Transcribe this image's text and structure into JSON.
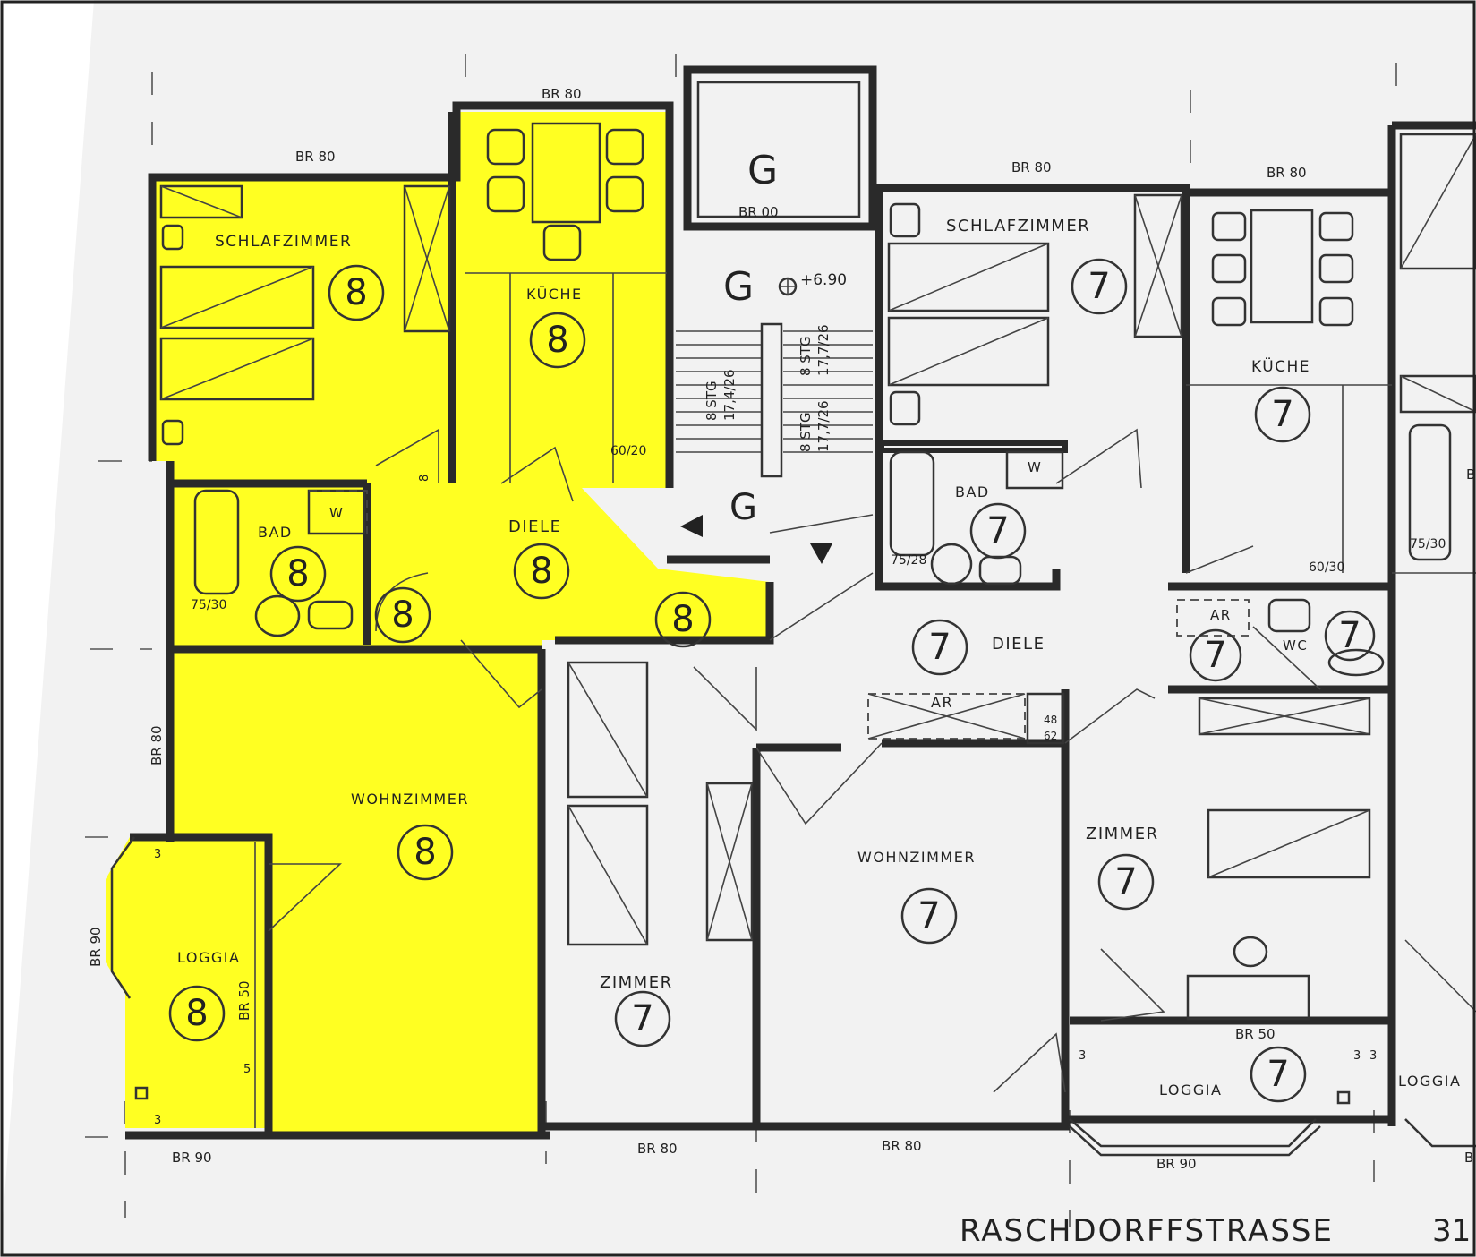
{
  "street": "RASCHDORFFSTRASSE",
  "house_number": "31",
  "stair": {
    "code_upper": "G",
    "code_mid": "G",
    "code_lower": "G",
    "level": "+6.90",
    "flight_left": "8 STG",
    "flight_left_dims": "17,4/26",
    "flight_right_a": "8 STG",
    "flight_right_b": "8 STG",
    "flight_right_dims_a": "17,7/26",
    "flight_right_dims_b": "17,7/26"
  },
  "apartment_8": {
    "highlight_color": "#ffff22",
    "rooms": [
      {
        "name": "SCHLAFZIMMER",
        "num": "8"
      },
      {
        "name": "KÜCHE",
        "num": "8"
      },
      {
        "name": "BAD",
        "num": "8"
      },
      {
        "name": "DIELE",
        "num": "8"
      },
      {
        "name": "WOHNZIMMER",
        "num": "8"
      },
      {
        "name": "LOGGIA",
        "num": "8"
      }
    ],
    "extra_nums": [
      "8",
      "8"
    ]
  },
  "apartment_7": {
    "rooms": [
      {
        "name": "SCHLAFZIMMER",
        "num": "7"
      },
      {
        "name": "KÜCHE",
        "num": "7"
      },
      {
        "name": "BAD",
        "num": "7"
      },
      {
        "name": "DIELE",
        "num": "7"
      },
      {
        "name": "WOHNZIMMER",
        "num": "7"
      },
      {
        "name": "ZIMMER",
        "num": "7"
      },
      {
        "name": "ZIMMER",
        "num": "7"
      },
      {
        "name": "LOGGIA",
        "num": "7"
      },
      {
        "name": "WC",
        "num": "7"
      },
      {
        "name": "AR",
        "num": "7"
      }
    ],
    "ar_label": "AR"
  },
  "right_unit": {
    "loggia": "LOGGIA"
  },
  "fixtures": {
    "washer": "W",
    "tub_left": "75/30",
    "tub_mid": "75/28",
    "tub_right": "75/30",
    "kitchen_left": "60/20",
    "kitchen_right": "60/30",
    "shaft_a": "48",
    "shaft_b": "62",
    "small_a": "8",
    "small_b": "3",
    "small_c": "3",
    "small_d": "5",
    "small_e": "3",
    "small_f": "3",
    "small_g": "3"
  },
  "dimensions": {
    "top_kitchen": "BR 80",
    "top_left": "BR 80",
    "top_stair": "BR 00",
    "top_mid": "BR 80",
    "top_right": "BR 80",
    "side_left": "BR 80",
    "side_loggia": "BR 90",
    "loggia_inner": "BR 50",
    "bottom_loggia": "BR 90",
    "bottom_a": "BR 80",
    "bottom_b": "BR 80",
    "bottom_right": "BR 90",
    "loggia7": "BR 50",
    "edge_right": "B",
    "edge_right_bottom": "B"
  }
}
